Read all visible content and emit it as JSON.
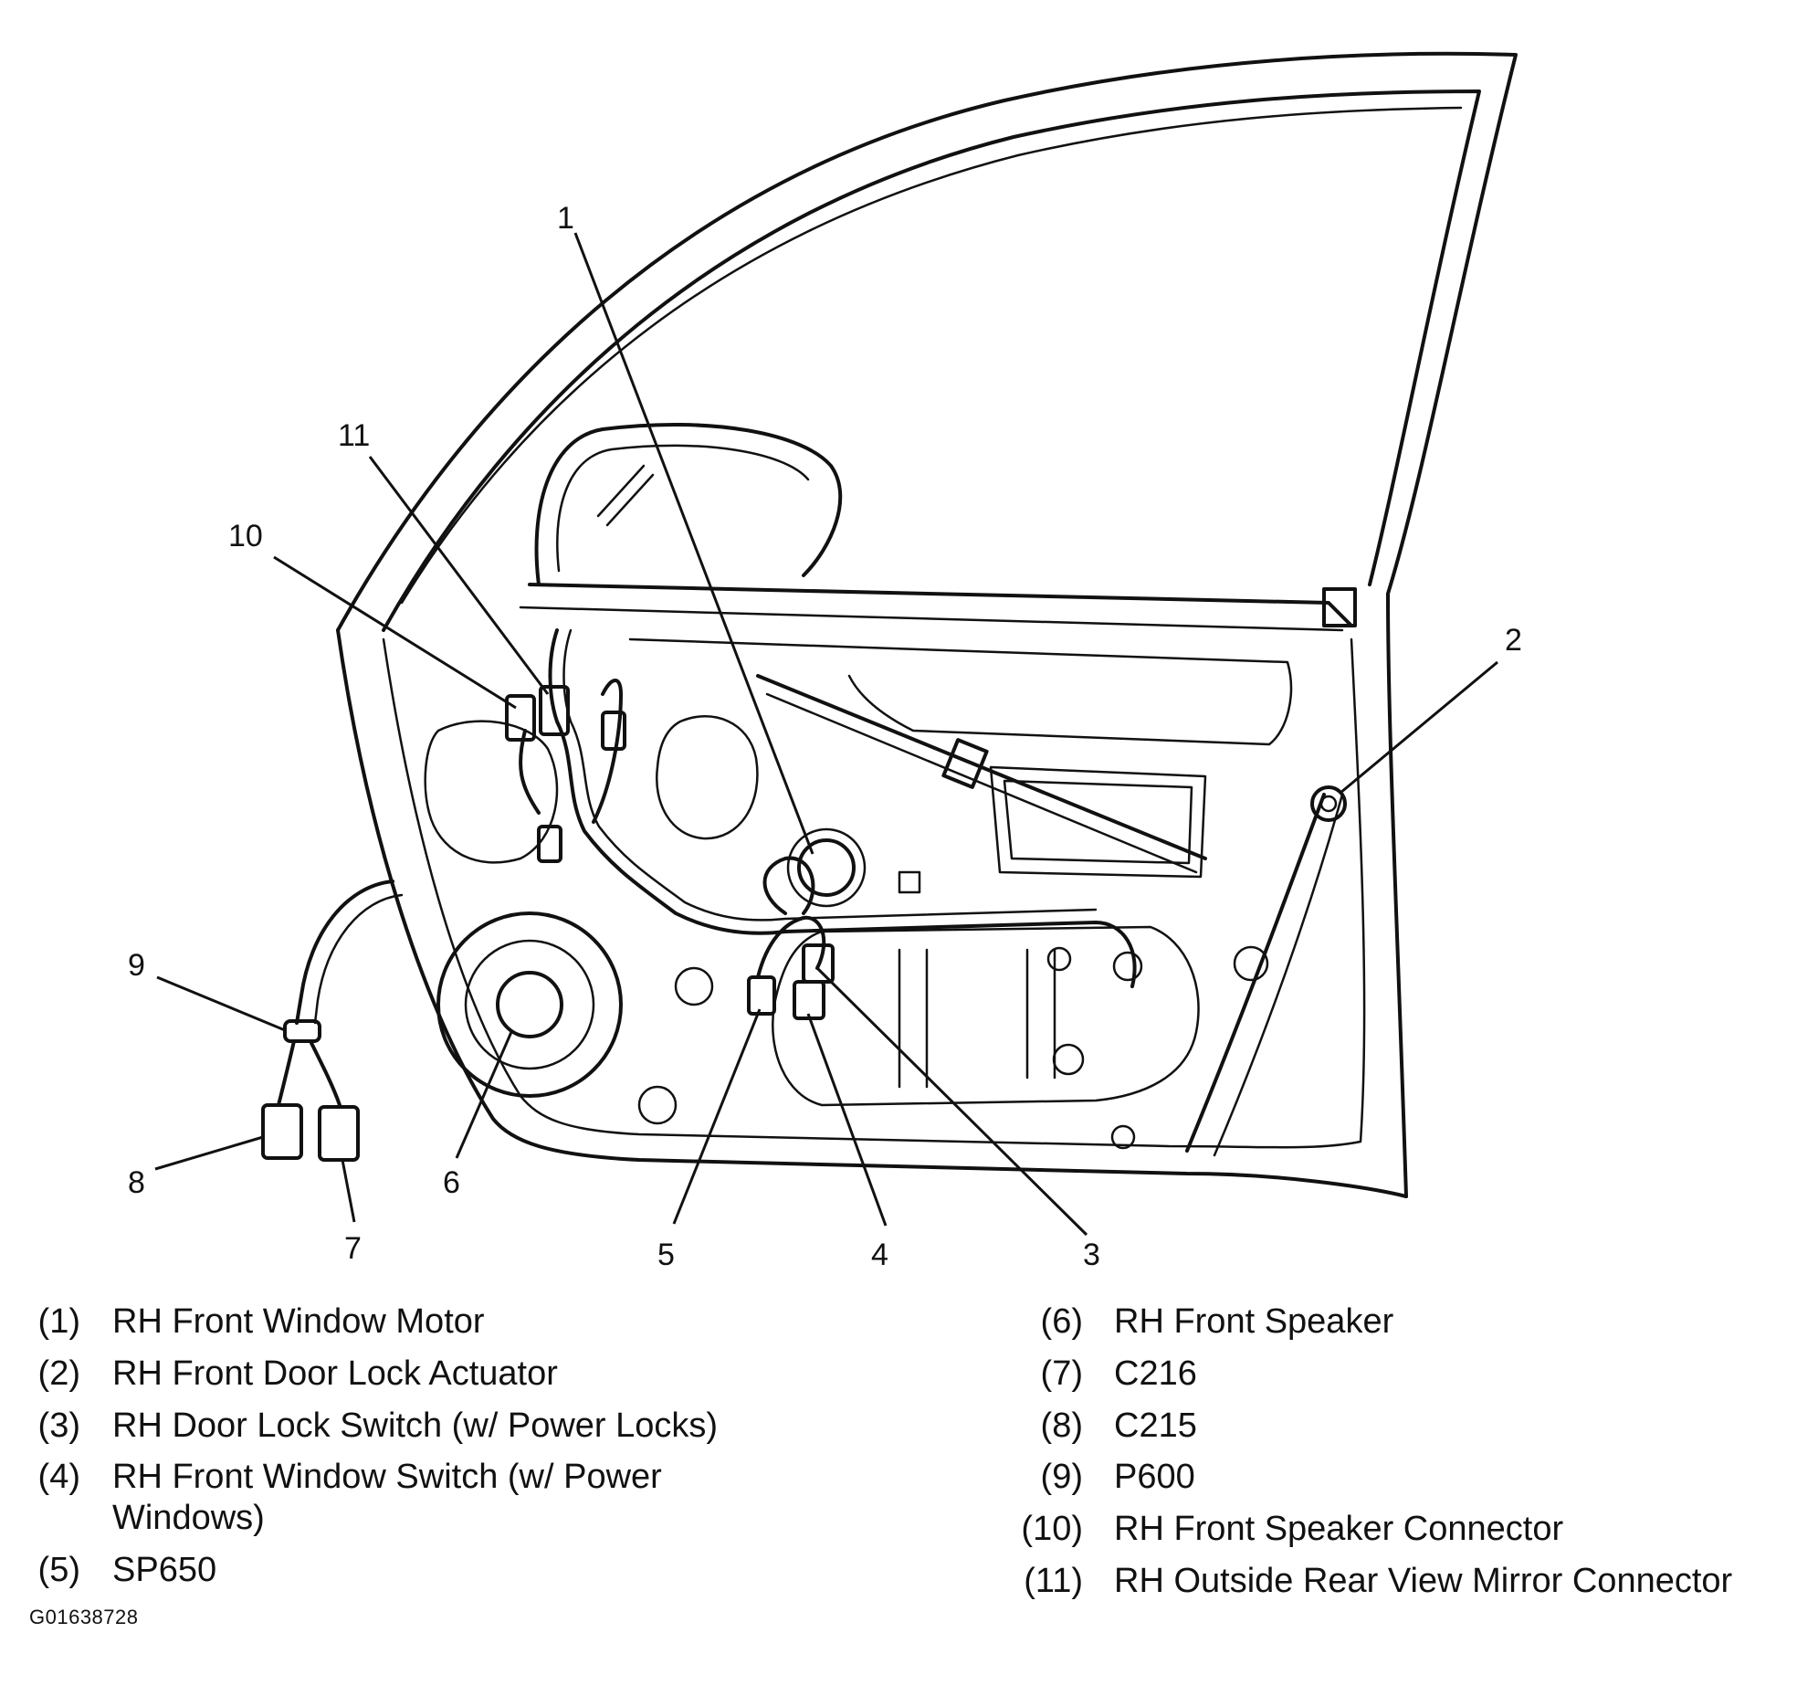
{
  "diagram": {
    "callouts": [
      "1",
      "2",
      "3",
      "4",
      "5",
      "6",
      "7",
      "8",
      "9",
      "10",
      "11"
    ]
  },
  "legend": {
    "left": [
      {
        "num": "(1)",
        "text": "RH Front Window Motor"
      },
      {
        "num": "(2)",
        "text": "RH Front Door Lock Actuator"
      },
      {
        "num": "(3)",
        "text": "RH Door Lock Switch (w/ Power Locks)"
      },
      {
        "num": "(4)",
        "text": "RH Front Window Switch (w/ Power Windows)"
      },
      {
        "num": "(5)",
        "text": "SP650"
      }
    ],
    "right": [
      {
        "num": "(6)",
        "text": "RH Front Speaker"
      },
      {
        "num": "(7)",
        "text": "C216"
      },
      {
        "num": "(8)",
        "text": "C215"
      },
      {
        "num": "(9)",
        "text": "P600"
      },
      {
        "num": "(10)",
        "text": "RH Front Speaker Connector"
      },
      {
        "num": "(11)",
        "text": "RH Outside Rear View Mirror Connector"
      }
    ]
  },
  "figure_id": "G01638728"
}
